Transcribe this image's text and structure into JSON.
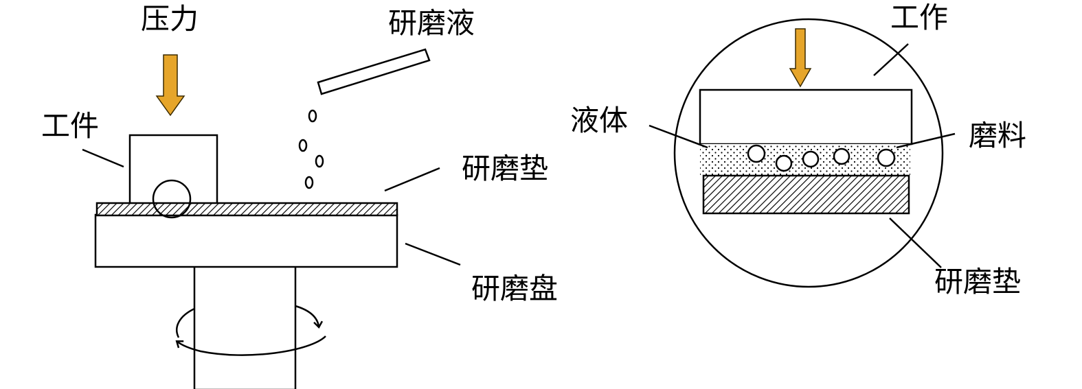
{
  "left_diagram": {
    "pressure_label": "压力",
    "slurry_label": "研磨液",
    "workpiece_label": "工件",
    "pad_label": "研磨垫",
    "platen_label": "研磨盘"
  },
  "right_diagram": {
    "workpiece_label": "工作",
    "liquid_label": "液体",
    "abrasive_label": "磨料",
    "pad_label": "研磨垫"
  },
  "colors": {
    "arrow": "#E6A52A",
    "line": "#000000",
    "background": "#FFFFFF"
  }
}
